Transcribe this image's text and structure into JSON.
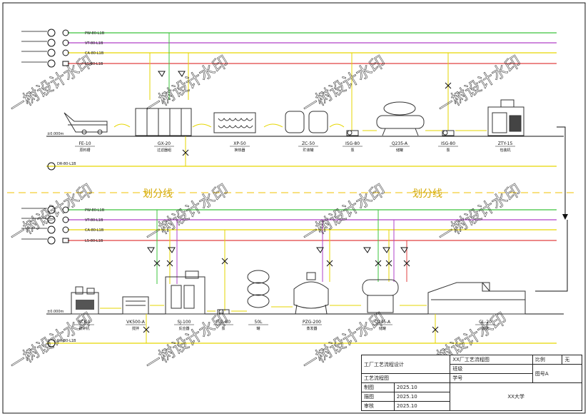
{
  "colors": {
    "green": "#3cc43c",
    "purple": "#b040c8",
    "yellow": "#e6d600",
    "red": "#e04040",
    "equipment": "#333333",
    "divider": "#f0c000",
    "watermark": "#1a1a1a"
  },
  "top_section": {
    "line_labels": [
      "PW-80-L1B",
      "VT-80-L1B",
      "CA-80-L1B",
      "LS-80-L1B"
    ],
    "ground_label": "±0.000m",
    "drain_label": "DR-80-L1B",
    "equipment": [
      {
        "tag": "FE-10",
        "name": "原料槽"
      },
      {
        "tag": "GX-20",
        "name": "过滤器组"
      },
      {
        "tag": "XP-50",
        "name": "换热器"
      },
      {
        "tag": "ZC-50",
        "name": "贮液罐"
      },
      {
        "tag": "ISG-80",
        "name": "泵"
      },
      {
        "tag": "Q235-A",
        "name": "储罐"
      },
      {
        "tag": "ISG-80",
        "name": "泵"
      },
      {
        "tag": "ZTY-15",
        "name": "包装机"
      }
    ]
  },
  "divider": {
    "label_left": "划分线",
    "label_right": "划分线"
  },
  "bottom_section": {
    "line_labels": [
      "PW-80-L1B",
      "VT-80-L1B",
      "CA-80-L1B",
      "LS-80-L1B"
    ],
    "ground_label": "±0.000m",
    "drain_label": "DR-80-L1B",
    "equipment": [
      {
        "tag": "SCK-1",
        "name": "破碎机"
      },
      {
        "tag": "VK500-A",
        "name": "搅拌"
      },
      {
        "tag": "SJ-100",
        "name": "反应器"
      },
      {
        "tag": "ISG-80",
        "name": "泵"
      },
      {
        "tag": "50L",
        "name": "罐"
      },
      {
        "tag": "PZG-200",
        "name": "蒸发器"
      },
      {
        "tag": "Q235-A",
        "name": "储罐"
      },
      {
        "tag": "GL-20",
        "name": "输送"
      }
    ]
  },
  "title_block": {
    "project": "工厂工艺流程设计",
    "project_sub": "工艺流程图",
    "drawing_title": "XX厂工艺流程图",
    "scale_label": "比例",
    "scale_value": "无",
    "sheet_no": "图号A",
    "row_labels": [
      "制图",
      "描图",
      "审核"
    ],
    "dates": [
      "2025.10",
      "2025.10",
      "2025.10"
    ],
    "school": "XX大学",
    "grade_label": "班级",
    "id_label": "学号"
  },
  "watermark": "一树设计水印"
}
